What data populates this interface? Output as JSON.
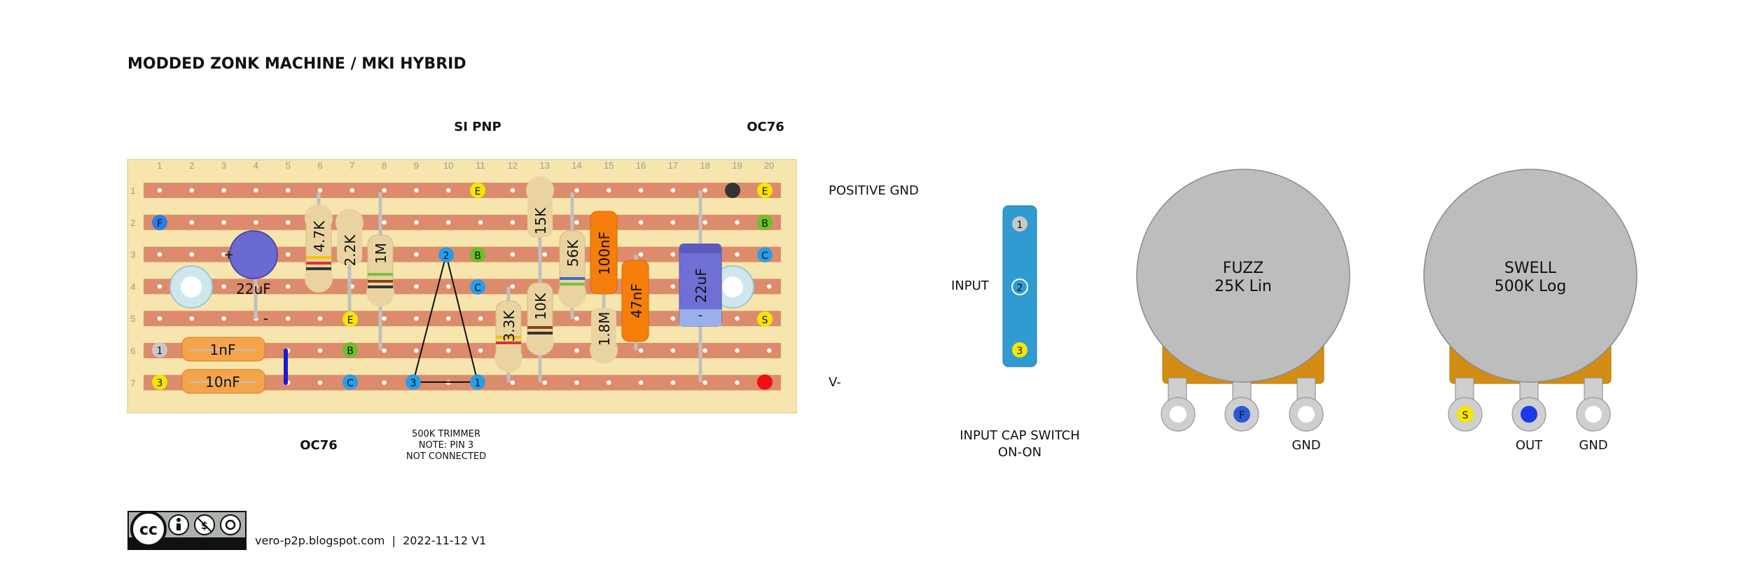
{
  "title": "MODDED ZONK MACHINE / MKI HYBRID",
  "labels": {
    "si_pnp": "SI PNP",
    "oc76_top": "OC76",
    "oc76_bottom": "OC76",
    "positive_gnd": "POSITIVE GND",
    "v_minus": "V-",
    "trimmer_line1": "500K TRIMMER",
    "trimmer_line2": "NOTE: PIN 3",
    "trimmer_line3": "NOT CONNECTED",
    "input": "INPUT",
    "switch_line1": "INPUT CAP SWITCH",
    "switch_line2": "ON-ON"
  },
  "board": {
    "columns": [
      "1",
      "2",
      "3",
      "4",
      "5",
      "6",
      "7",
      "8",
      "9",
      "10",
      "11",
      "12",
      "13",
      "14",
      "15",
      "16",
      "17",
      "18",
      "19",
      "20"
    ],
    "rows": [
      "1",
      "2",
      "3",
      "4",
      "5",
      "6",
      "7"
    ],
    "colors": {
      "board": "#f6e6ad",
      "strip": "#dc8c6c",
      "hole": "#ffffff"
    }
  },
  "components": {
    "r_4k7": "4.7K",
    "r_2k2": "2.2K",
    "r_1m": "1M",
    "r_15k": "15K",
    "r_56k": "56K",
    "r_3k3": "3.3K",
    "r_10k": "10K",
    "r_1m8": "1.8M",
    "c_100nf": "100nF",
    "c_47nf": "47nF",
    "c_22uf_elec": "22uF",
    "c_22uf_ceramic": "22uF",
    "c_1nf": "1nF",
    "c_10nf": "10nF",
    "plus_sign": "+",
    "minus_sign": "-"
  },
  "pins": {
    "E": "E",
    "B": "B",
    "C": "C",
    "F": "F",
    "S": "S",
    "p1": "1",
    "p2": "2",
    "p3": "3"
  },
  "pots": [
    {
      "name": "FUZZ",
      "value": "25K Lin",
      "pins": [
        "",
        "F",
        ""
      ],
      "gnd_label": "GND",
      "out_label": ""
    },
    {
      "name": "SWELL",
      "value": "500K Log",
      "pins": [
        "S",
        "",
        ""
      ],
      "gnd_label": "GND",
      "out_label": "OUT"
    }
  ],
  "switch_pins": [
    "1",
    "2",
    "3"
  ],
  "footer": {
    "cc": "cc",
    "by": "BY",
    "nc": "NC",
    "sa": "SA",
    "credit": "vero-p2p.blogspot.com  |  2022-11-12 V1"
  }
}
